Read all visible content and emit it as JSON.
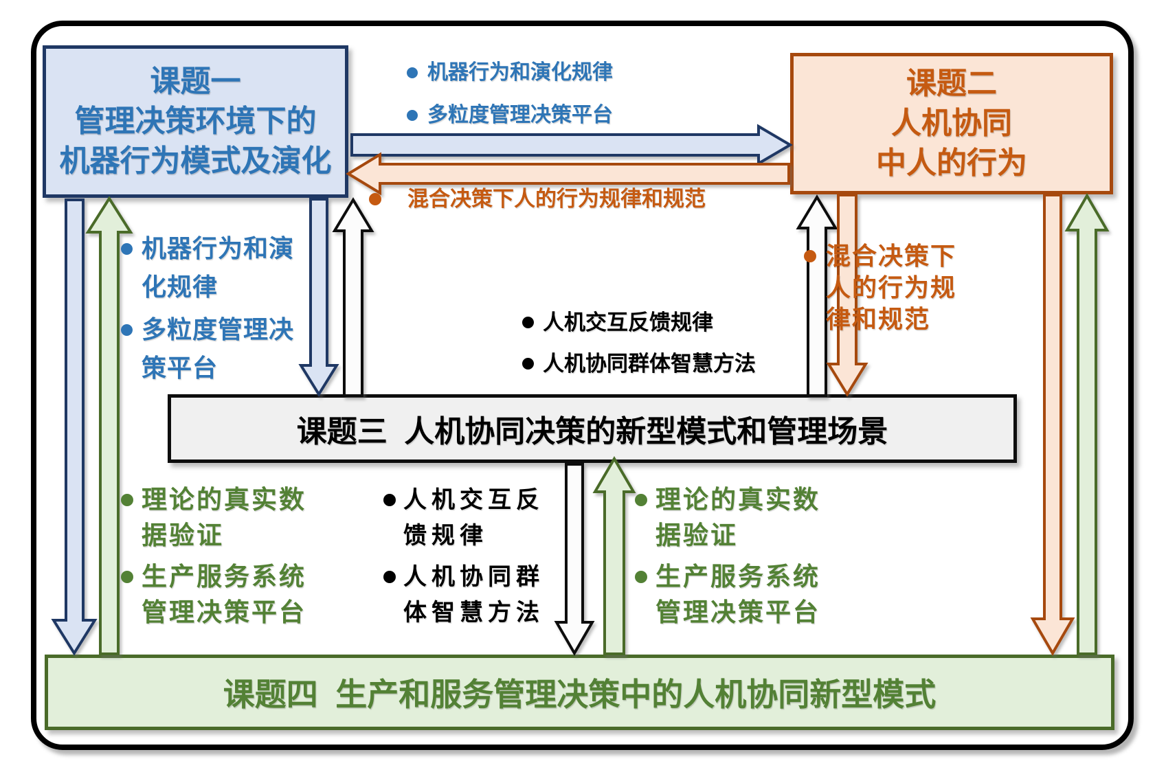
{
  "colors": {
    "blue_text": "#2e75b6",
    "blue_fill": "#dae3f3",
    "blue_border": "#1f3864",
    "orange_text": "#c55a11",
    "orange_fill": "#fbe5d6",
    "orange_border": "#a6490e",
    "green_text": "#538135",
    "green_fill": "#e2efda",
    "green_border": "#4a6b29",
    "gray_fill": "#f0f0f0",
    "black": "#0d0d0d",
    "white_arrow_fill": "#fcfcfc"
  },
  "boxes": {
    "topic1": {
      "lines": [
        "课题一",
        "管理决策环境下的",
        "机器行为模式及演化"
      ]
    },
    "topic2": {
      "lines": [
        "课题二",
        "人机协同",
        "中人的行为"
      ]
    },
    "topic3": {
      "title": "课题三  人机协同决策的新型模式和管理场景"
    },
    "topic4": {
      "title": "课题四  生产和服务管理决策中的人机协同新型模式"
    }
  },
  "labels": {
    "top_blue": {
      "item1": "机器行为和演化规律",
      "item2": "多粒度管理决策平台"
    },
    "top_orange": {
      "item1": "混合决策下人的行为规律和规范"
    },
    "left_blue": {
      "item1": "机器行为和演化规律",
      "item2": "多粒度管理决策平台"
    },
    "right_orange": {
      "item1": "混合决策下人的行为规律和规范"
    },
    "center_upper": {
      "item1": "人机交互反馈规律",
      "item2": "人机协同群体智慧方法"
    },
    "center_lower": {
      "item1": "人机交互反馈规律",
      "item2": "人机协同群体智慧方法"
    },
    "left_green": {
      "item1": "理论的真实数据验证",
      "item2": "生产服务系统管理决策平台"
    },
    "right_green": {
      "item1": "理论的真实数据验证",
      "item2": "生产服务系统管理决策平台"
    }
  },
  "arrows": {
    "t1_to_t2": {
      "fill": "#dae3f3",
      "stroke": "#1f3864"
    },
    "t2_to_t1": {
      "fill": "#fbe5d6",
      "stroke": "#a6490e"
    },
    "t1_to_t3": {
      "fill": "#dae3f3",
      "stroke": "#1f3864"
    },
    "t3_to_t1": {
      "fill": "#fcfcfc",
      "stroke": "#0d0d0d"
    },
    "t3_to_t2": {
      "fill": "#fcfcfc",
      "stroke": "#0d0d0d"
    },
    "t2_to_t3": {
      "fill": "#fbe5d6",
      "stroke": "#a6490e"
    },
    "t1_to_t4": {
      "fill": "#dae3f3",
      "stroke": "#1f3864"
    },
    "t4_to_t1": {
      "fill": "#e2efda",
      "stroke": "#4a6b29"
    },
    "t3_to_t4": {
      "fill": "#fcfcfc",
      "stroke": "#0d0d0d"
    },
    "t4_to_t3": {
      "fill": "#e2efda",
      "stroke": "#4a6b29"
    },
    "t2_to_t4": {
      "fill": "#fbe5d6",
      "stroke": "#a6490e"
    },
    "t4_to_t2": {
      "fill": "#e2efda",
      "stroke": "#4a6b29"
    }
  }
}
